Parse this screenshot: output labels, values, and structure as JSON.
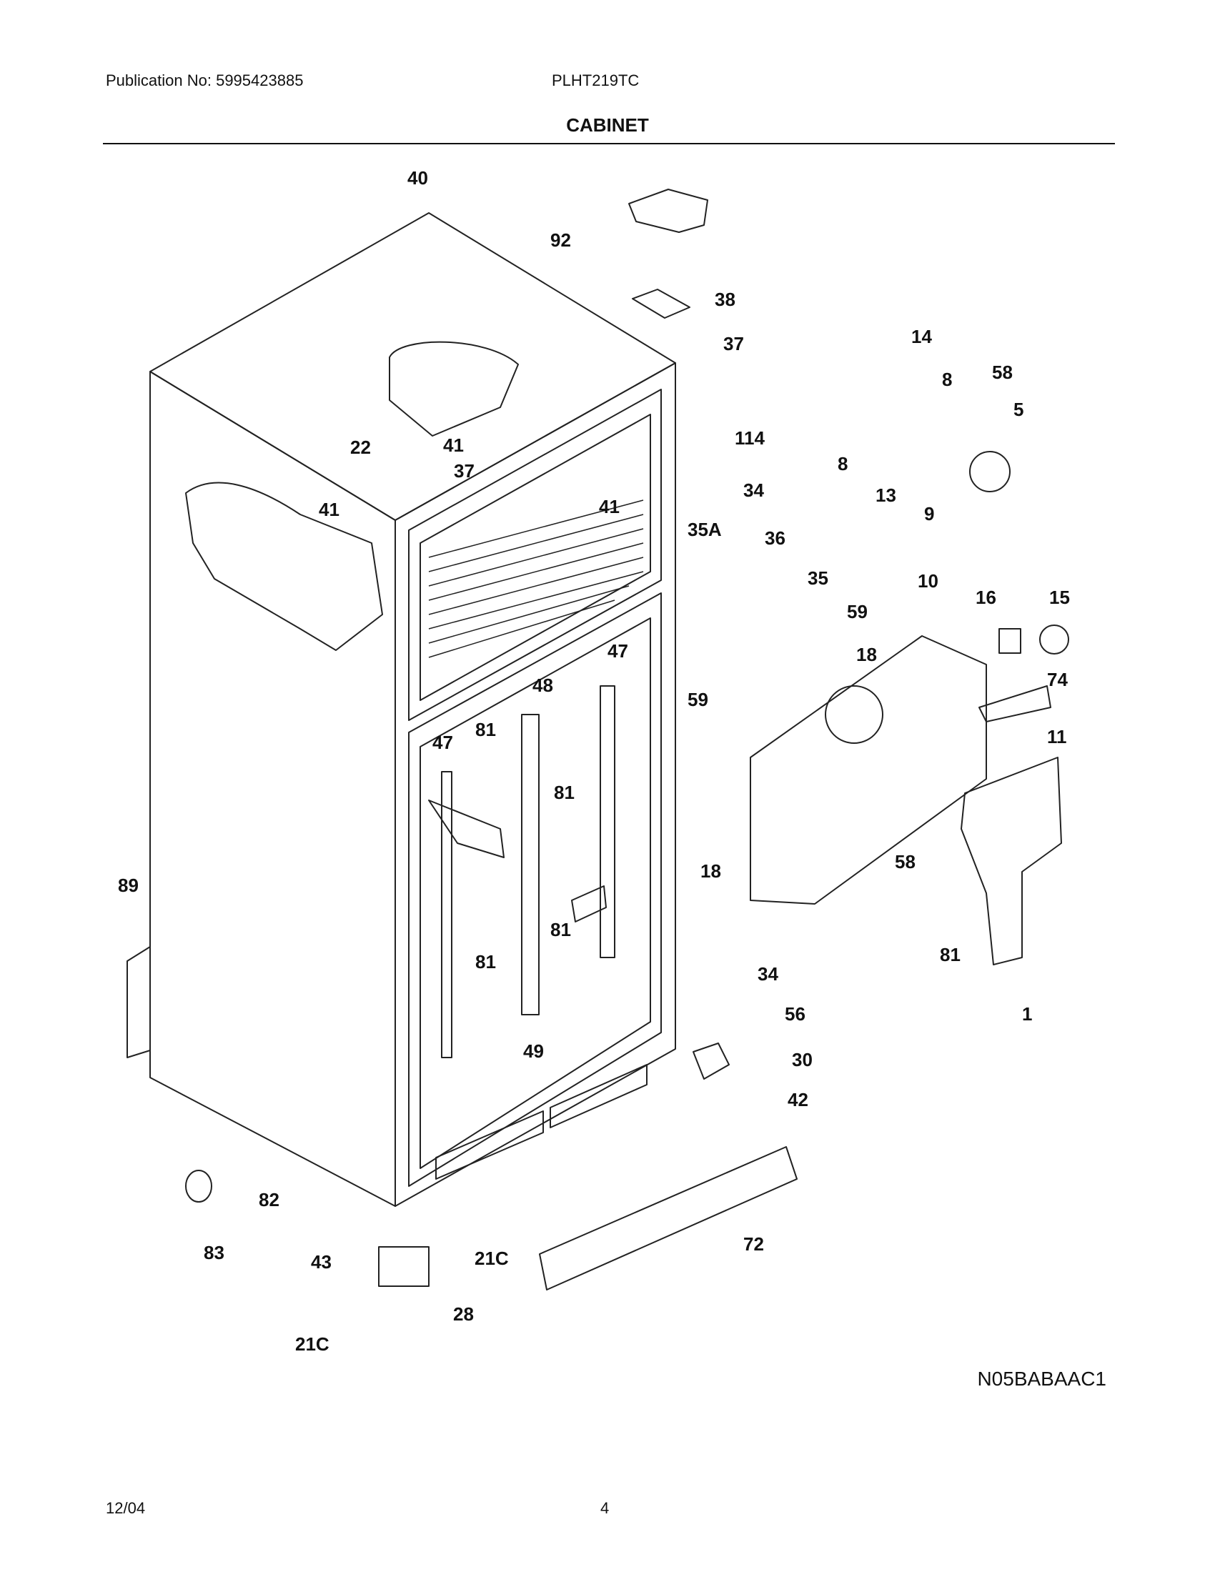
{
  "header": {
    "publication": "Publication No: 5995423885",
    "model": "PLHT219TC",
    "title": "CABINET"
  },
  "footer": {
    "date": "12/04",
    "page": "4",
    "diagram_code": "N05BABAAC1"
  },
  "callouts": [
    {
      "id": "c40",
      "text": "40"
    },
    {
      "id": "c92",
      "text": "92"
    },
    {
      "id": "c38",
      "text": "38"
    },
    {
      "id": "c37a",
      "text": "37"
    },
    {
      "id": "c14",
      "text": "14"
    },
    {
      "id": "c8a",
      "text": "8"
    },
    {
      "id": "c58a",
      "text": "58"
    },
    {
      "id": "c5",
      "text": "5"
    },
    {
      "id": "c8b",
      "text": "8"
    },
    {
      "id": "c13",
      "text": "13"
    },
    {
      "id": "c9",
      "text": "9"
    },
    {
      "id": "c114",
      "text": "114"
    },
    {
      "id": "c41a",
      "text": "41"
    },
    {
      "id": "c22",
      "text": "22"
    },
    {
      "id": "c37b",
      "text": "37"
    },
    {
      "id": "c41b",
      "text": "41"
    },
    {
      "id": "c41c",
      "text": "41"
    },
    {
      "id": "c34a",
      "text": "34"
    },
    {
      "id": "c35A",
      "text": "35A"
    },
    {
      "id": "c36",
      "text": "36"
    },
    {
      "id": "c35",
      "text": "35"
    },
    {
      "id": "c59a",
      "text": "59"
    },
    {
      "id": "c59b",
      "text": "59"
    },
    {
      "id": "c18a",
      "text": "18"
    },
    {
      "id": "c10",
      "text": "10"
    },
    {
      "id": "c16",
      "text": "16"
    },
    {
      "id": "c15",
      "text": "15"
    },
    {
      "id": "c74",
      "text": "74"
    },
    {
      "id": "c11",
      "text": "11"
    },
    {
      "id": "c47a",
      "text": "47"
    },
    {
      "id": "c48",
      "text": "48"
    },
    {
      "id": "c47b",
      "text": "47"
    },
    {
      "id": "c81a",
      "text": "81"
    },
    {
      "id": "c81b",
      "text": "81"
    },
    {
      "id": "c81c",
      "text": "81"
    },
    {
      "id": "c81d",
      "text": "81"
    },
    {
      "id": "c81e",
      "text": "81"
    },
    {
      "id": "c18b",
      "text": "18"
    },
    {
      "id": "c58b",
      "text": "58"
    },
    {
      "id": "c1",
      "text": "1"
    },
    {
      "id": "c89",
      "text": "89"
    },
    {
      "id": "c34b",
      "text": "34"
    },
    {
      "id": "c56",
      "text": "56"
    },
    {
      "id": "c30",
      "text": "30"
    },
    {
      "id": "c42",
      "text": "42"
    },
    {
      "id": "c49",
      "text": "49"
    },
    {
      "id": "c82",
      "text": "82"
    },
    {
      "id": "c83",
      "text": "83"
    },
    {
      "id": "c72",
      "text": "72"
    },
    {
      "id": "c43",
      "text": "43"
    },
    {
      "id": "c28",
      "text": "28"
    },
    {
      "id": "c21Ca",
      "text": "21C"
    },
    {
      "id": "c21Cb",
      "text": "21C"
    }
  ]
}
